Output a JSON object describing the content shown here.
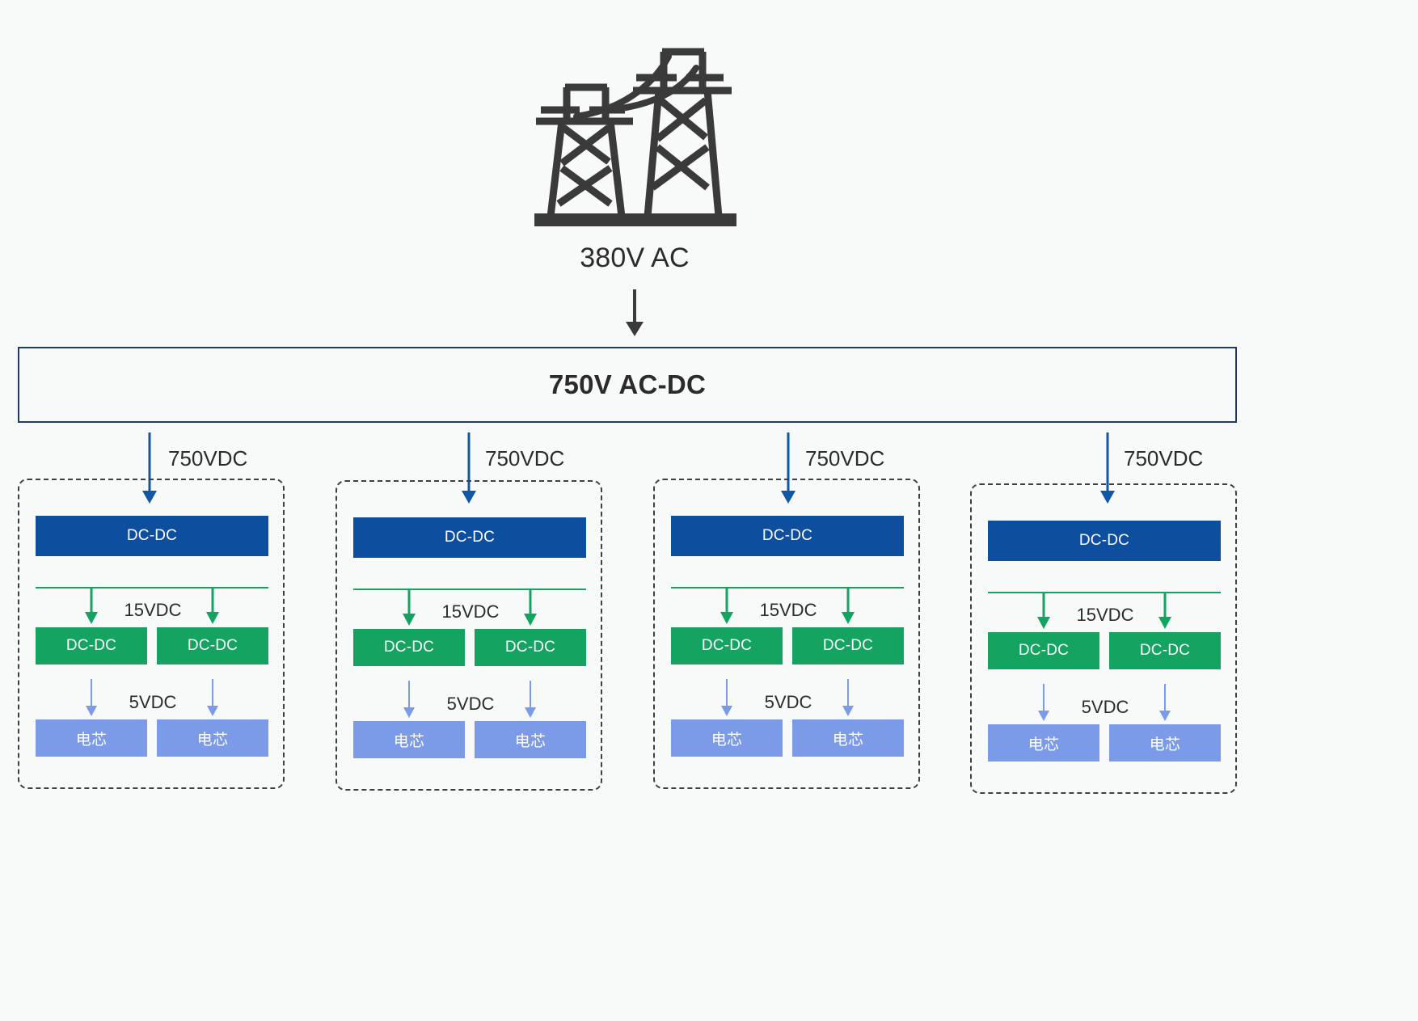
{
  "diagram": {
    "title_label": "380V AC",
    "icon": "transmission-tower-icon",
    "converter": {
      "label": "750V AC-DC",
      "border_color": "#233a66"
    },
    "feeder_label": "750VDC",
    "bus_label_15": "15VDC",
    "bus_label_5": "5VDC",
    "dcdc_label": "DC-DC",
    "cell_label": "电芯",
    "colors": {
      "primary_blue": "#0d4f9e",
      "arrow_blue": "#1257a4",
      "green": "#15a361",
      "light_blue": "#7b9ae8",
      "dark": "#3a3a3a",
      "background": "#f8f9f9"
    },
    "groups": [
      {
        "name": "rack-1",
        "feeder_label": "750VDC",
        "stage1": {
          "label": "DC-DC"
        },
        "stage1_out": "15VDC",
        "stage2": [
          {
            "label": "DC-DC"
          },
          {
            "label": "DC-DC"
          }
        ],
        "stage2_out": "5VDC",
        "loads": [
          {
            "label": "电芯"
          },
          {
            "label": "电芯"
          }
        ]
      },
      {
        "name": "rack-2",
        "feeder_label": "750VDC",
        "stage1": {
          "label": "DC-DC"
        },
        "stage1_out": "15VDC",
        "stage2": [
          {
            "label": "DC-DC"
          },
          {
            "label": "DC-DC"
          }
        ],
        "stage2_out": "5VDC",
        "loads": [
          {
            "label": "电芯"
          },
          {
            "label": "电芯"
          }
        ]
      },
      {
        "name": "rack-3",
        "feeder_label": "750VDC",
        "stage1": {
          "label": "DC-DC"
        },
        "stage1_out": "15VDC",
        "stage2": [
          {
            "label": "DC-DC"
          },
          {
            "label": "DC-DC"
          }
        ],
        "stage2_out": "5VDC",
        "loads": [
          {
            "label": "电芯"
          },
          {
            "label": "电芯"
          }
        ]
      },
      {
        "name": "rack-4",
        "feeder_label": "750VDC",
        "stage1": {
          "label": "DC-DC"
        },
        "stage1_out": "15VDC",
        "stage2": [
          {
            "label": "DC-DC"
          },
          {
            "label": "DC-DC"
          }
        ],
        "stage2_out": "5VDC",
        "loads": [
          {
            "label": "电芯"
          },
          {
            "label": "电芯"
          }
        ]
      }
    ]
  }
}
